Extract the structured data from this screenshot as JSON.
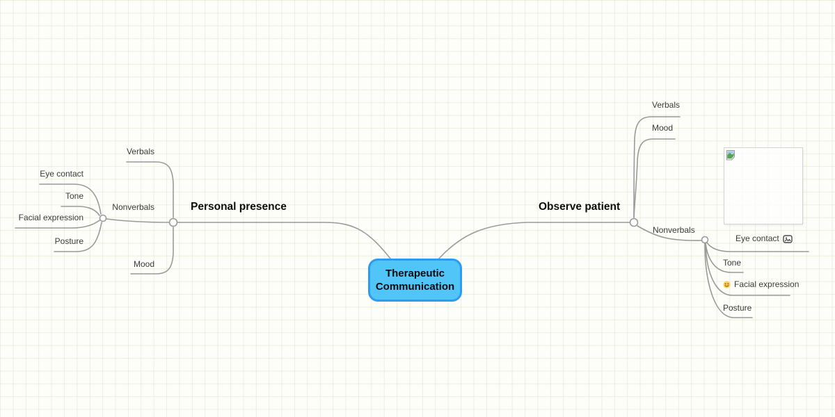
{
  "root": {
    "line1": "Therapeutic",
    "line2": "Communication",
    "fill_color": "#52C5F8",
    "border_color": "#2D9BF0"
  },
  "left_topic": {
    "label": "Personal presence",
    "children": {
      "verbals": {
        "label": "Verbals"
      },
      "nonverbals": {
        "label": "Nonverbals",
        "children": {
          "eye_contact": {
            "label": "Eye contact"
          },
          "tone": {
            "label": "Tone"
          },
          "facial_expression": {
            "label": "Facial expression"
          },
          "posture": {
            "label": "Posture"
          }
        }
      },
      "mood": {
        "label": "Mood"
      }
    }
  },
  "right_topic": {
    "label": "Observe patient",
    "children": {
      "verbals": {
        "label": "Verbals"
      },
      "mood": {
        "label": "Mood"
      },
      "nonverbals": {
        "label": "Nonverbals",
        "children": {
          "eye_contact": {
            "label": "Eye contact",
            "icon": "image-icon",
            "attachment": "image-placeholder-broken"
          },
          "tone": {
            "label": "Tone"
          },
          "facial_expression": {
            "label": "Facial expression",
            "icon": "smiling-face-emoji"
          },
          "posture": {
            "label": "Posture"
          }
        }
      }
    }
  },
  "colors": {
    "background": "#FDFDFA",
    "grid_line": "#EDEFDF",
    "branch_line": "#9A9A9A",
    "label_text": "#3A3A3A",
    "topic_text": "#0D0D0D"
  }
}
